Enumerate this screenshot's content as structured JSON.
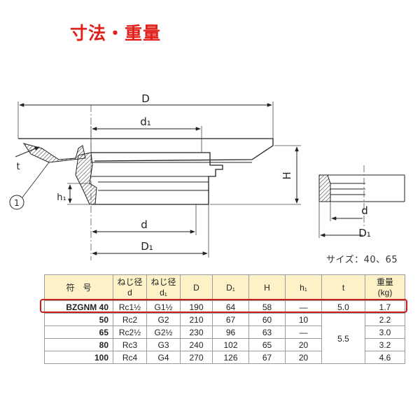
{
  "title": "寸法・重量",
  "size_note": "サイズ：40、65",
  "drawing": {
    "dim_D": "D",
    "dim_d1": "d₁",
    "dim_d": "d",
    "dim_D1": "D₁",
    "dim_H": "H",
    "dim_h1": "h₁",
    "dim_t": "t",
    "callout": "1",
    "detail_d": "d",
    "detail_D1": "D₁"
  },
  "table": {
    "headers": {
      "code": "符　号",
      "screw_d_top": "ねじ径",
      "screw_d_bottom": "d",
      "screw_d1_top": "ねじ径",
      "screw_d1_bottom": "d₁",
      "D": "D",
      "D1": "D₁",
      "H": "H",
      "h1": "h₁",
      "t": "t",
      "weight_top": "重量",
      "weight_bottom": "(kg)"
    },
    "rows": [
      {
        "code": "BZGNM 40",
        "d": "Rc1½",
        "d1": "G1½",
        "D": "190",
        "D1": "64",
        "H": "58",
        "h1": "—",
        "t": "5.0",
        "w": "1.7"
      },
      {
        "code": "50",
        "d": "Rc2",
        "d1": "G2",
        "D": "210",
        "D1": "67",
        "H": "60",
        "h1": "10",
        "t": "",
        "w": "2.2"
      },
      {
        "code": "65",
        "d": "Rc2½",
        "d1": "G2½",
        "D": "230",
        "D1": "96",
        "H": "63",
        "h1": "—",
        "t": "5.5",
        "w": "3.0"
      },
      {
        "code": "80",
        "d": "Rc3",
        "d1": "G3",
        "D": "240",
        "D1": "102",
        "H": "65",
        "h1": "20",
        "t": "",
        "w": "3.2"
      },
      {
        "code": "100",
        "d": "Rc4",
        "d1": "G4",
        "D": "270",
        "D1": "126",
        "H": "67",
        "h1": "20",
        "t": "",
        "w": "4.6"
      }
    ]
  }
}
